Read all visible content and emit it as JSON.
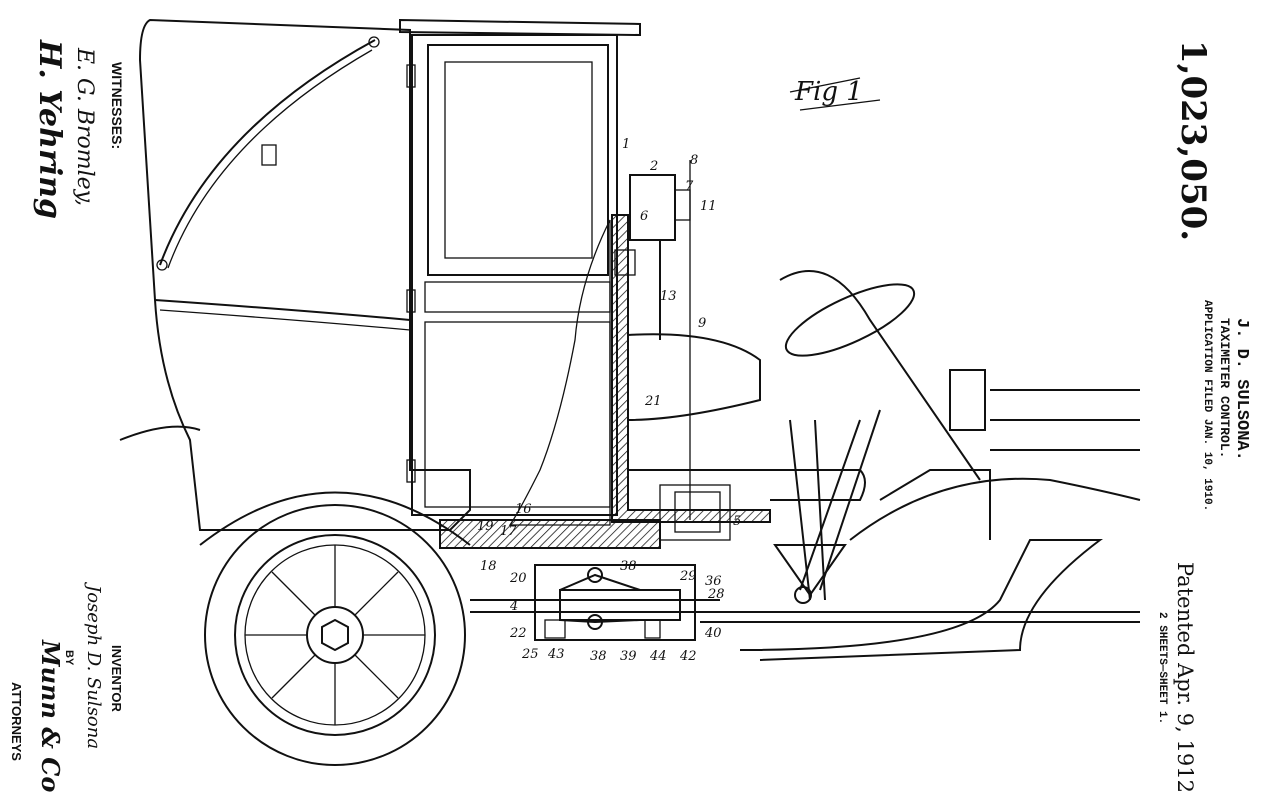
{
  "header": {
    "patent_number": "1,023,050.",
    "inventor_name": "J. D. SULSONA.",
    "title": "TAXIMETER CONTROL.",
    "application": "APPLICATION FILED JAN. 10, 1910.",
    "patented": "Patented Apr. 9, 1912.",
    "sheets": "2 SHEETS—SHEET 1."
  },
  "figure_label": "Fig 1",
  "left_margin": {
    "witnesses_label": "WITNESSES:",
    "witness_1": "E. G. Bromley,",
    "witness_2": "H. Yehring",
    "inventor_label": "INVENTOR",
    "inventor_signature": "Joseph D. Sulsona",
    "by_label": "BY",
    "attorney_signature": "Munn & Co",
    "attorneys_label": "ATTORNEYS"
  },
  "reference_numerals": [
    "1",
    "2",
    "8",
    "7",
    "6",
    "11",
    "13",
    "9",
    "21",
    "5",
    "16",
    "19",
    "17",
    "18",
    "20",
    "4",
    "22",
    "25",
    "43",
    "38",
    "38",
    "39",
    "44",
    "42",
    "40",
    "28",
    "29",
    "36"
  ]
}
